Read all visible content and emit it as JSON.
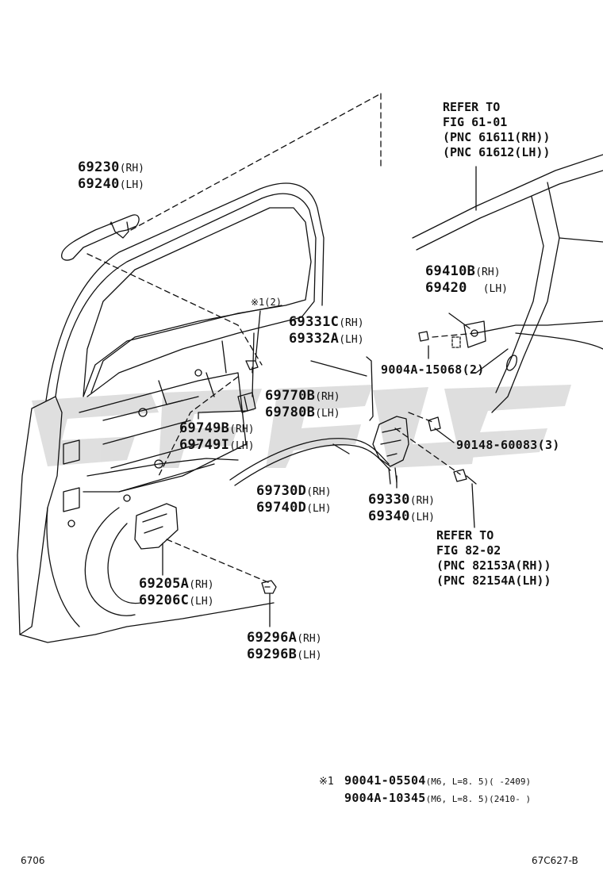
{
  "refs": {
    "top": [
      "REFER TO",
      "FIG 61-01",
      "(PNC 61611(RH))",
      "(PNC 61612(LH))"
    ],
    "bottom": [
      "REFER TO",
      "FIG 82-02",
      "(PNC 82153A(RH))",
      "(PNC 82154A(LH))"
    ]
  },
  "parts": {
    "p69230": {
      "rh": "69230",
      "lh": "69240"
    },
    "p69410": {
      "rh": "69410B",
      "lh": "69420"
    },
    "p69331": {
      "rh": "69331C",
      "lh": "69332A"
    },
    "p9004a15068": {
      "no": "9004A-15068",
      "qty": "(2)"
    },
    "p69770": {
      "rh": "69770B",
      "lh": "69780B"
    },
    "p69749": {
      "rh": "69749B",
      "lh": "69749I"
    },
    "p90148": {
      "no": "90148-60083",
      "qty": "(3)"
    },
    "p69730": {
      "rh": "69730D",
      "lh": "69740D"
    },
    "p69330": {
      "rh": "69330",
      "lh": "69340"
    },
    "p69205": {
      "rh": "69205A",
      "lh": "69206C"
    },
    "p69296": {
      "rh": "69296A",
      "lh": "69296B"
    },
    "note1": {
      "mark": "※1",
      "qty": "(2)"
    }
  },
  "suffix": {
    "rh": "(RH)",
    "lh": "(LH)"
  },
  "footnote": {
    "mark": "※1",
    "lines": [
      {
        "no": "90041-05504",
        "spec": "(M6, L=8. 5)(      -2409)"
      },
      {
        "no": "9004A-10345",
        "spec": "(M6, L=8. 5)(2410-      )"
      }
    ]
  },
  "footer": {
    "left": "6706",
    "right": "67C627-B"
  }
}
